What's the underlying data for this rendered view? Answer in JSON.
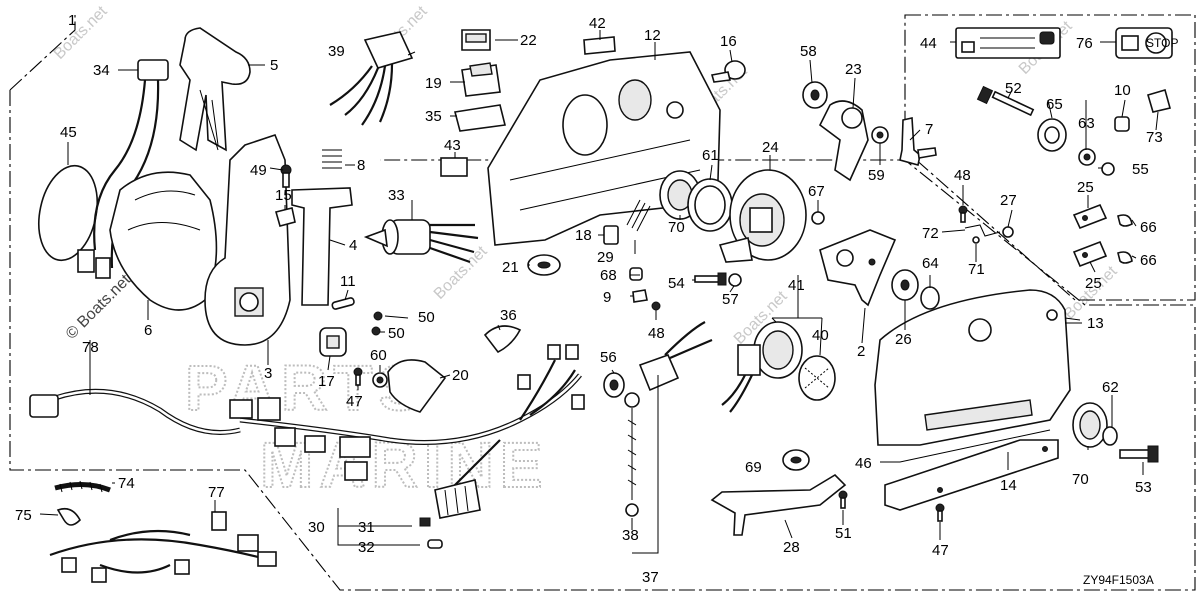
{
  "diagram": {
    "code": "ZY94F1503A",
    "copyright": "© Boats.net",
    "watermark": "Boats.net",
    "watermark_big_1": "PARTS",
    "watermark_big_2": "MARINE",
    "parts": [
      {
        "id": "1",
        "label": "1"
      },
      {
        "id": "2",
        "label": "2"
      },
      {
        "id": "3",
        "label": "3"
      },
      {
        "id": "4",
        "label": "4"
      },
      {
        "id": "5",
        "label": "5"
      },
      {
        "id": "6",
        "label": "6"
      },
      {
        "id": "7",
        "label": "7"
      },
      {
        "id": "8",
        "label": "8"
      },
      {
        "id": "9",
        "label": "9"
      },
      {
        "id": "10",
        "label": "10"
      },
      {
        "id": "11",
        "label": "11"
      },
      {
        "id": "12",
        "label": "12"
      },
      {
        "id": "13",
        "label": "13"
      },
      {
        "id": "14",
        "label": "14"
      },
      {
        "id": "15",
        "label": "15"
      },
      {
        "id": "16",
        "label": "16"
      },
      {
        "id": "17",
        "label": "17"
      },
      {
        "id": "18",
        "label": "18"
      },
      {
        "id": "19",
        "label": "19"
      },
      {
        "id": "20",
        "label": "20"
      },
      {
        "id": "21",
        "label": "21"
      },
      {
        "id": "22",
        "label": "22"
      },
      {
        "id": "23",
        "label": "23"
      },
      {
        "id": "24",
        "label": "24"
      },
      {
        "id": "25a",
        "label": "25"
      },
      {
        "id": "25b",
        "label": "25"
      },
      {
        "id": "26",
        "label": "26"
      },
      {
        "id": "27",
        "label": "27"
      },
      {
        "id": "28",
        "label": "28"
      },
      {
        "id": "29",
        "label": "29"
      },
      {
        "id": "30",
        "label": "30"
      },
      {
        "id": "31",
        "label": "31"
      },
      {
        "id": "32",
        "label": "32"
      },
      {
        "id": "33",
        "label": "33"
      },
      {
        "id": "34",
        "label": "34"
      },
      {
        "id": "35",
        "label": "35"
      },
      {
        "id": "36",
        "label": "36"
      },
      {
        "id": "37",
        "label": "37"
      },
      {
        "id": "38",
        "label": "38"
      },
      {
        "id": "39",
        "label": "39"
      },
      {
        "id": "40",
        "label": "40"
      },
      {
        "id": "41",
        "label": "41"
      },
      {
        "id": "42",
        "label": "42"
      },
      {
        "id": "43",
        "label": "43"
      },
      {
        "id": "44",
        "label": "44"
      },
      {
        "id": "45",
        "label": "45"
      },
      {
        "id": "46",
        "label": "46"
      },
      {
        "id": "47a",
        "label": "47"
      },
      {
        "id": "47b",
        "label": "47"
      },
      {
        "id": "48a",
        "label": "48"
      },
      {
        "id": "48b",
        "label": "48"
      },
      {
        "id": "49",
        "label": "49"
      },
      {
        "id": "50a",
        "label": "50"
      },
      {
        "id": "50b",
        "label": "50"
      },
      {
        "id": "51",
        "label": "51"
      },
      {
        "id": "52",
        "label": "52"
      },
      {
        "id": "53",
        "label": "53"
      },
      {
        "id": "54",
        "label": "54"
      },
      {
        "id": "55",
        "label": "55"
      },
      {
        "id": "56",
        "label": "56"
      },
      {
        "id": "57",
        "label": "57"
      },
      {
        "id": "58",
        "label": "58"
      },
      {
        "id": "59",
        "label": "59"
      },
      {
        "id": "60",
        "label": "60"
      },
      {
        "id": "61",
        "label": "61"
      },
      {
        "id": "62",
        "label": "62"
      },
      {
        "id": "63",
        "label": "63"
      },
      {
        "id": "64",
        "label": "64"
      },
      {
        "id": "65",
        "label": "65"
      },
      {
        "id": "66a",
        "label": "66"
      },
      {
        "id": "66b",
        "label": "66"
      },
      {
        "id": "67",
        "label": "67"
      },
      {
        "id": "68",
        "label": "68"
      },
      {
        "id": "69",
        "label": "69"
      },
      {
        "id": "70a",
        "label": "70"
      },
      {
        "id": "70b",
        "label": "70"
      },
      {
        "id": "71",
        "label": "71"
      },
      {
        "id": "72",
        "label": "72"
      },
      {
        "id": "73",
        "label": "73"
      },
      {
        "id": "74",
        "label": "74"
      },
      {
        "id": "75",
        "label": "75"
      },
      {
        "id": "76",
        "label": "76"
      },
      {
        "id": "77",
        "label": "77"
      },
      {
        "id": "78",
        "label": "78"
      }
    ]
  },
  "labels": {
    "stop_text": "STOP"
  },
  "colors": {
    "line": "#111111",
    "watermark": "#c8c8c8",
    "background": "#ffffff"
  }
}
